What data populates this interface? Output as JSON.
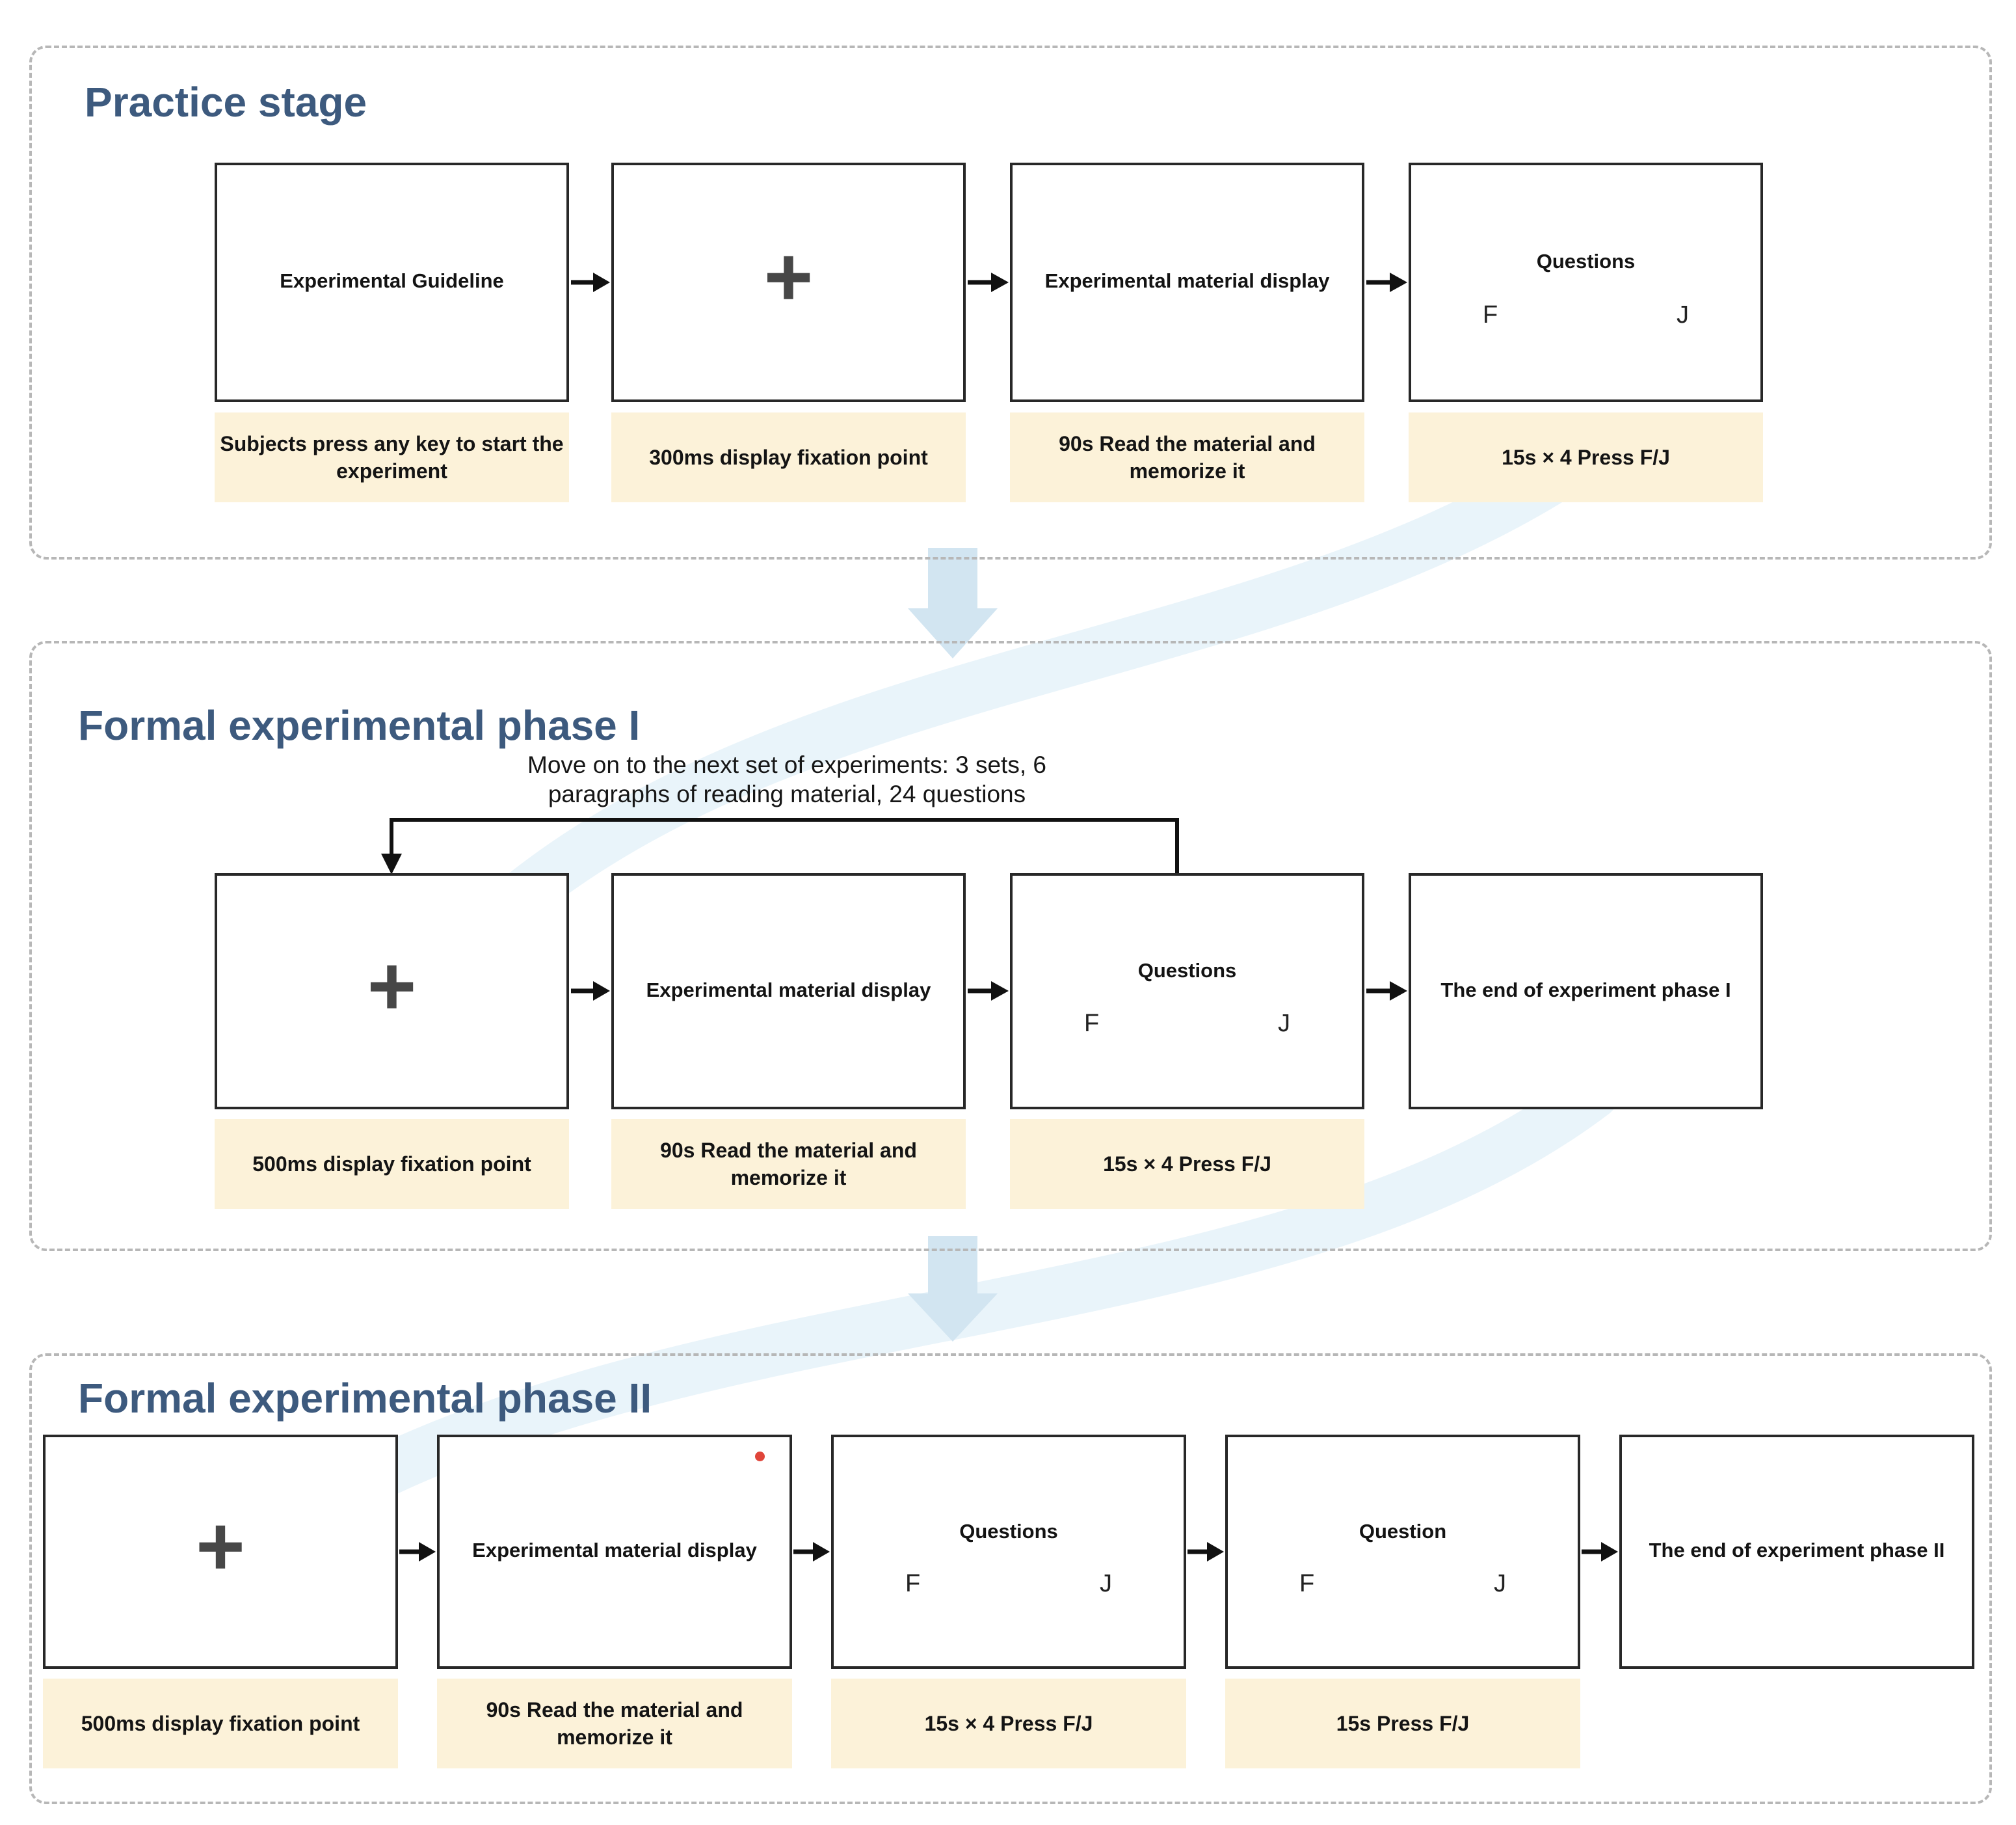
{
  "colors": {
    "title": "#3d5a7e",
    "caption_background": "#fcf2d9",
    "box_border": "#282828",
    "dashed_border": "#b7b7b7",
    "block_arrow": "#d2e5f1",
    "swoosh": "#e9f4fa",
    "red_dot": "#e0453a"
  },
  "sections": [
    {
      "title": "Practice stage",
      "boxes": [
        {
          "label": "Experimental Guideline",
          "caption": "Subjects press any key to start the experiment"
        },
        {
          "label": "+",
          "caption": "300ms display fixation point"
        },
        {
          "label": "Experimental material display",
          "caption": "90s Read the material and memorize it"
        },
        {
          "label": "Questions",
          "keys": [
            "F",
            "J"
          ],
          "caption": "15s × 4 Press F/J"
        }
      ]
    },
    {
      "title": "Formal experimental phase I",
      "note": {
        "line1": "Move on to the next set of experiments: 3 sets, 6",
        "line2": "paragraphs of reading material, 24 questions"
      },
      "boxes": [
        {
          "label": "+",
          "caption": "500ms display fixation point"
        },
        {
          "label": "Experimental material display",
          "caption": "90s Read the material and memorize it"
        },
        {
          "label": "Questions",
          "keys": [
            "F",
            "J"
          ],
          "caption": "15s × 4 Press F/J"
        },
        {
          "label": "The end of experiment phase I"
        }
      ]
    },
    {
      "title": "Formal experimental phase II",
      "boxes": [
        {
          "label": "+",
          "caption": "500ms display fixation point"
        },
        {
          "label": "Experimental material display",
          "caption": "90s Read the material and memorize it"
        },
        {
          "label": "Questions",
          "keys": [
            "F",
            "J"
          ],
          "caption": "15s × 4 Press F/J"
        },
        {
          "label": "Question",
          "keys": [
            "F",
            "J"
          ],
          "caption": "15s Press F/J"
        },
        {
          "label": "The end of experiment phase II"
        }
      ]
    }
  ]
}
